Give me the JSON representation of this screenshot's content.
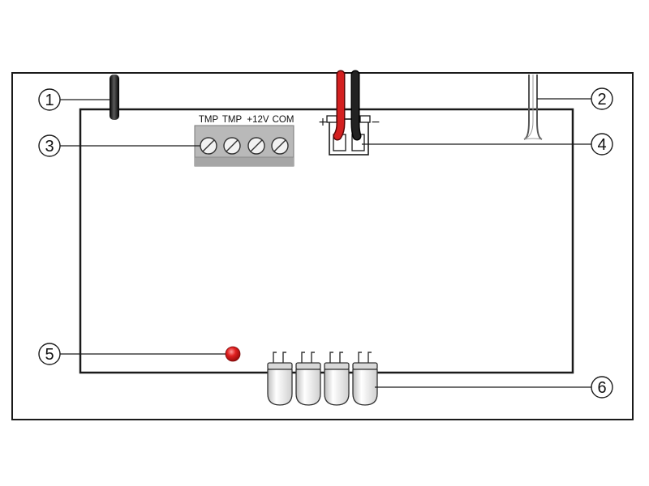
{
  "terminal_block": {
    "labels": [
      "TMP",
      "TMP",
      "+12V",
      "COM"
    ]
  },
  "connector": {
    "plus": "+",
    "minus": "−"
  },
  "callouts": [
    "1",
    "2",
    "3",
    "4",
    "5",
    "6"
  ],
  "colors": {
    "outline": "#1a1a1a",
    "terminal_block": "#b9b9b9",
    "red_wire": "#d42020",
    "black_wire": "#1e1e1e",
    "led": "#e02020"
  }
}
